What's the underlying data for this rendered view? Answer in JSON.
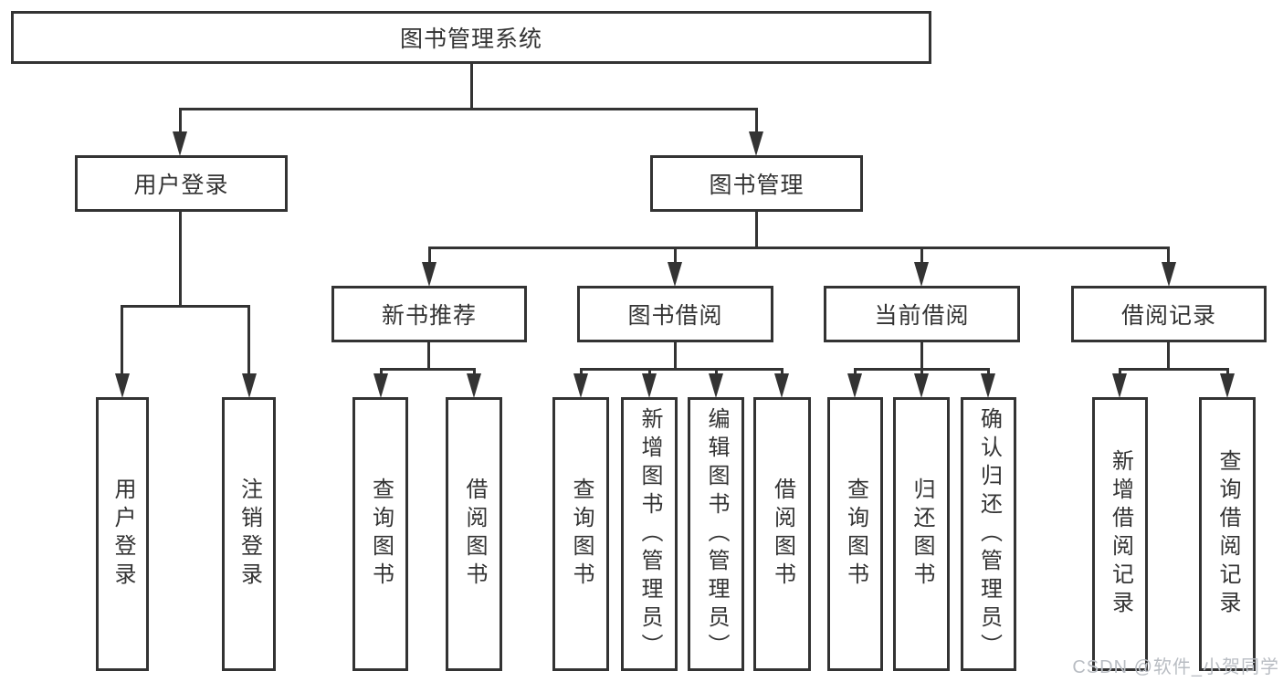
{
  "tree": {
    "root": {
      "label": "图书管理系统"
    },
    "level2": [
      {
        "label": "用户登录"
      },
      {
        "label": "图书管理"
      }
    ],
    "level3": [
      {
        "label": "新书推荐"
      },
      {
        "label": "图书借阅"
      },
      {
        "label": "当前借阅"
      },
      {
        "label": "借阅记录"
      }
    ],
    "leaves": [
      {
        "label": "用户登录"
      },
      {
        "label": "注销登录"
      },
      {
        "label": "查询图书"
      },
      {
        "label": "借阅图书"
      },
      {
        "label": "查询图书"
      },
      {
        "label": "新增图书（管理员）"
      },
      {
        "label": "编辑图书（管理员）"
      },
      {
        "label": "借阅图书"
      },
      {
        "label": "查询图书"
      },
      {
        "label": "归还图书"
      },
      {
        "label": "确认归还（管理员）"
      },
      {
        "label": "新增借阅记录"
      },
      {
        "label": "查询借阅记录"
      }
    ]
  },
  "watermark": {
    "text": "CSDN @软件_小贺同学"
  },
  "colors": {
    "line": "#333333",
    "text": "#333333",
    "watermark": "#b9bdc3",
    "background": "#ffffff"
  }
}
